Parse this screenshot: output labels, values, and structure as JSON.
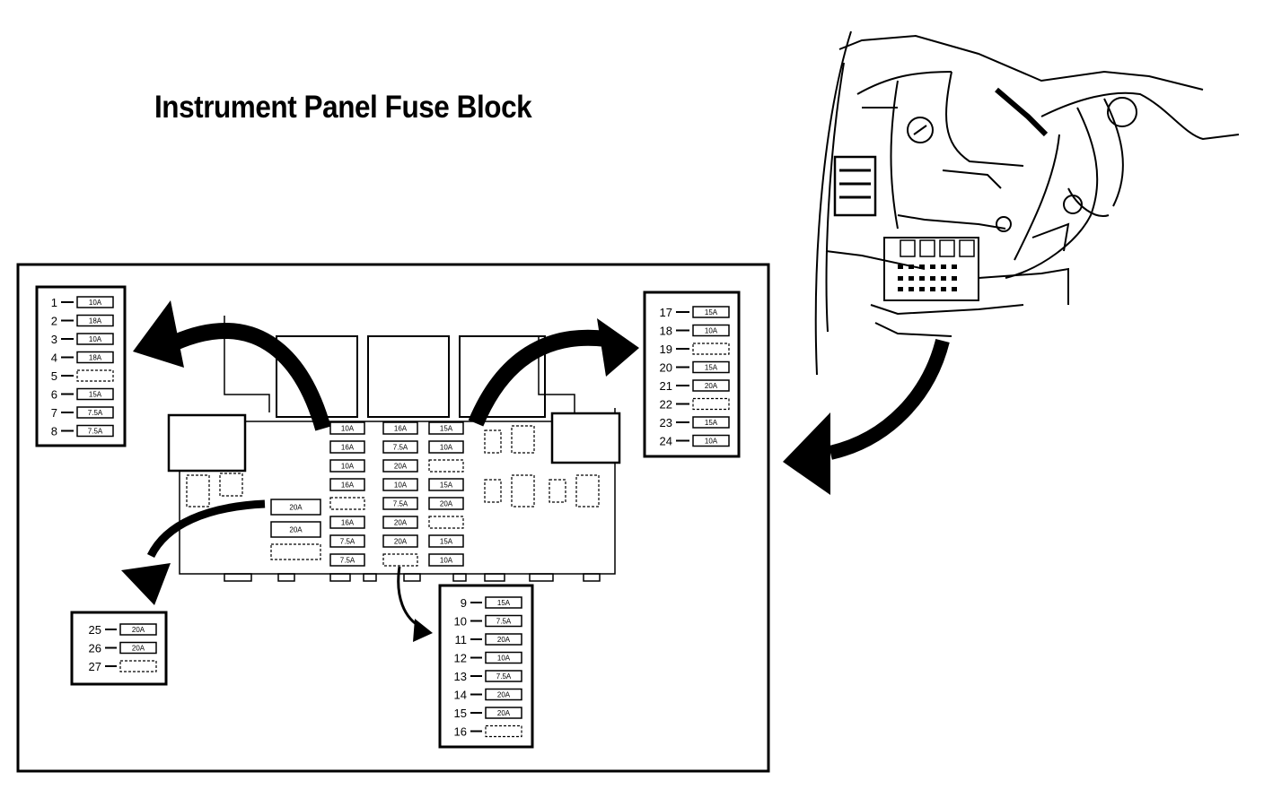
{
  "title": "Instrument Panel Fuse Block",
  "legend_left": [
    {
      "num": "1",
      "rating": "10A"
    },
    {
      "num": "2",
      "rating": "18A"
    },
    {
      "num": "3",
      "rating": "10A"
    },
    {
      "num": "4",
      "rating": "18A"
    },
    {
      "num": "5",
      "rating": ""
    },
    {
      "num": "6",
      "rating": "15A"
    },
    {
      "num": "7",
      "rating": "7.5A"
    },
    {
      "num": "8",
      "rating": "7.5A"
    }
  ],
  "legend_right": [
    {
      "num": "17",
      "rating": "15A"
    },
    {
      "num": "18",
      "rating": "10A"
    },
    {
      "num": "19",
      "rating": ""
    },
    {
      "num": "20",
      "rating": "15A"
    },
    {
      "num": "21",
      "rating": "20A"
    },
    {
      "num": "22",
      "rating": ""
    },
    {
      "num": "23",
      "rating": "15A"
    },
    {
      "num": "24",
      "rating": "10A"
    }
  ],
  "legend_bottom": [
    {
      "num": "9",
      "rating": "15A"
    },
    {
      "num": "10",
      "rating": "7.5A"
    },
    {
      "num": "11",
      "rating": "20A"
    },
    {
      "num": "12",
      "rating": "10A"
    },
    {
      "num": "13",
      "rating": "7.5A"
    },
    {
      "num": "14",
      "rating": "20A"
    },
    {
      "num": "15",
      "rating": "20A"
    },
    {
      "num": "16",
      "rating": ""
    }
  ],
  "legend_small": [
    {
      "num": "25",
      "rating": "20A"
    },
    {
      "num": "26",
      "rating": "20A"
    },
    {
      "num": "27",
      "rating": ""
    }
  ],
  "block_col1": [
    "10A",
    "16A",
    "10A",
    "16A",
    "",
    "16A",
    "7.5A",
    "7.5A"
  ],
  "block_col2": [
    "16A",
    "7.5A",
    "20A",
    "10A",
    "7.5A",
    "20A",
    "20A",
    ""
  ],
  "block_col3": [
    "15A",
    "10A",
    "",
    "15A",
    "20A",
    "",
    "15A",
    "10A"
  ],
  "block_side": [
    "20A",
    "20A",
    ""
  ]
}
